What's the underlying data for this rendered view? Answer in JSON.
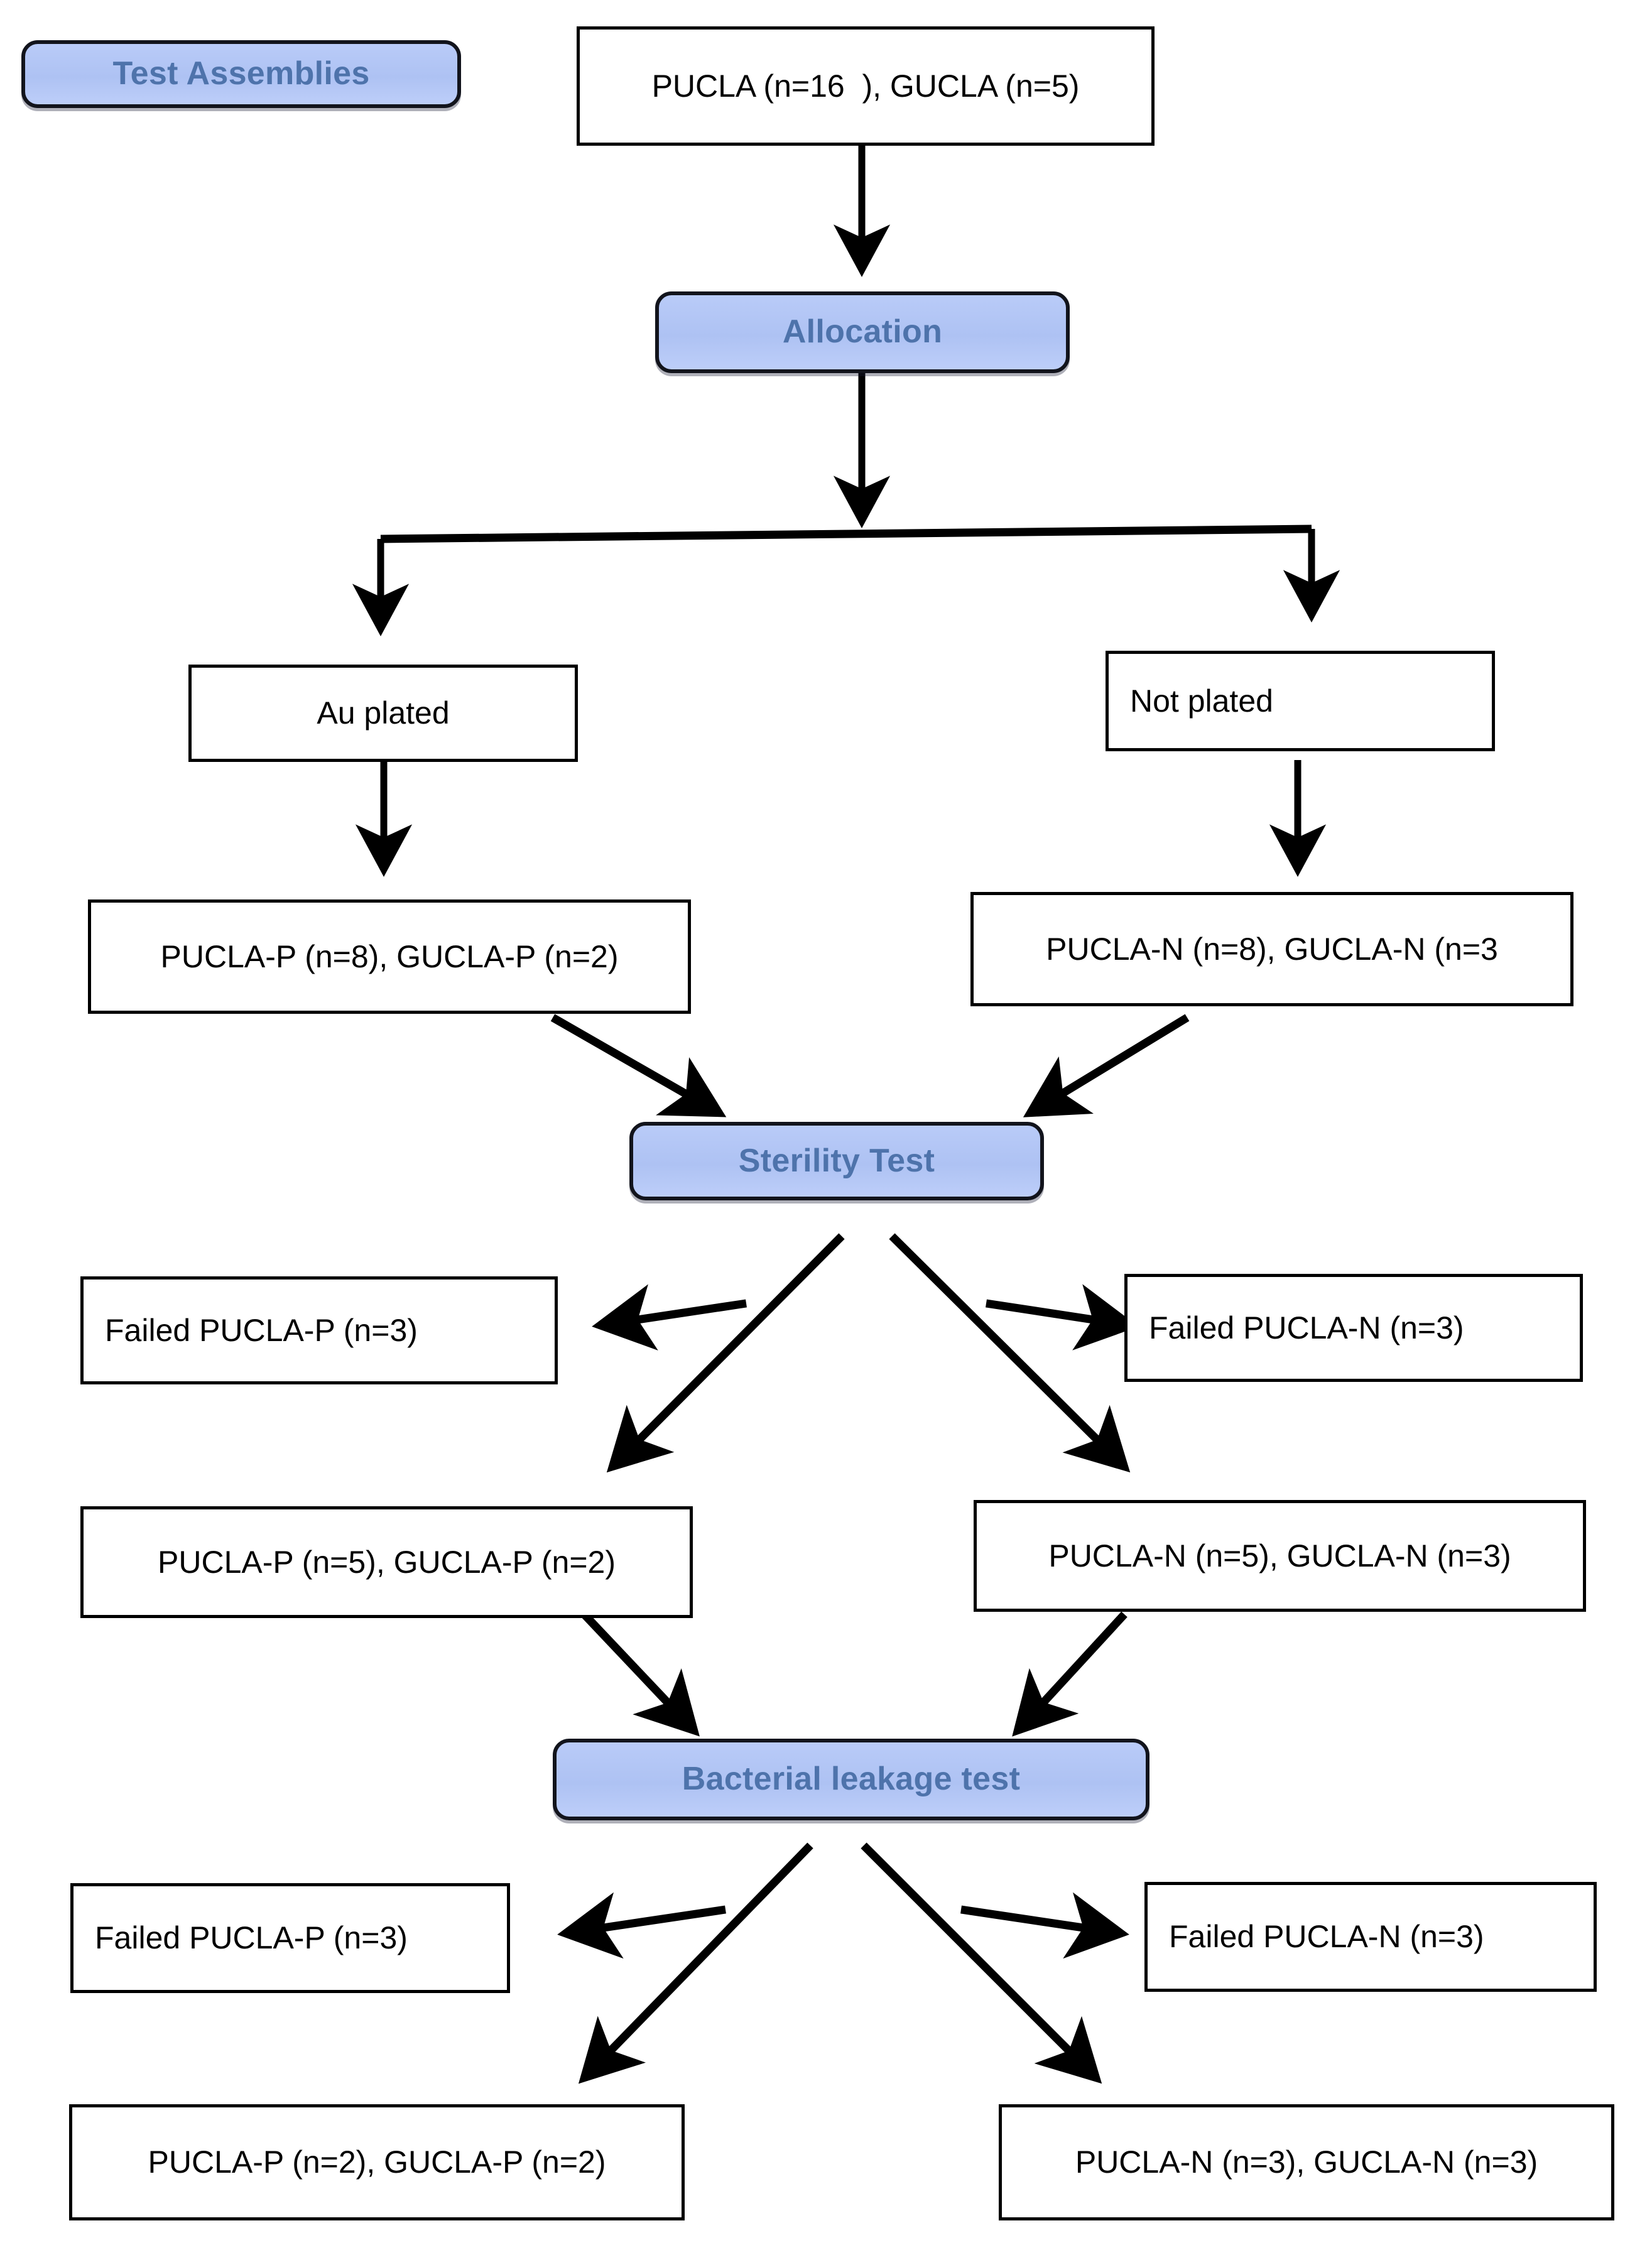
{
  "diagram": {
    "title": "Test Assemblies flow diagram",
    "colors": {
      "stage_fill": "#aec2f3",
      "stage_text": "#4e73ab",
      "stage_border": "#12141c",
      "box_border": "#000000",
      "box_fill": "#ffffff",
      "arrow": "#000000",
      "page_background": "#ffffff"
    },
    "nodes": {
      "stage_test_assemblies": "Test Assemblies",
      "start_population": "PUCLA (n=16  ), GUCLA (n=5)",
      "stage_allocation": "Allocation",
      "branch_left": "Au plated",
      "branch_right": "Not plated",
      "alloc_left": "PUCLA-P (n=8), GUCLA-P (n=2)",
      "alloc_right": "PUCLA-N (n=8), GUCLA-N (n=3",
      "stage_sterility": "Sterility Test",
      "sterility_failed_left": "Failed PUCLA-P (n=3)",
      "sterility_failed_right": "Failed PUCLA-N (n=3)",
      "sterility_pass_left": "PUCLA-P (n=5), GUCLA-P (n=2)",
      "sterility_pass_right": "PUCLA-N (n=5), GUCLA-N (n=3)",
      "stage_bacterial": "Bacterial leakage test",
      "bacterial_failed_left": "Failed PUCLA-P (n=3)",
      "bacterial_failed_right": "Failed PUCLA-N (n=3)",
      "bacterial_pass_left": "PUCLA-P (n=2), GUCLA-P (n=2)",
      "bacterial_pass_right": "PUCLA-N (n=3), GUCLA-N (n=3)"
    }
  }
}
